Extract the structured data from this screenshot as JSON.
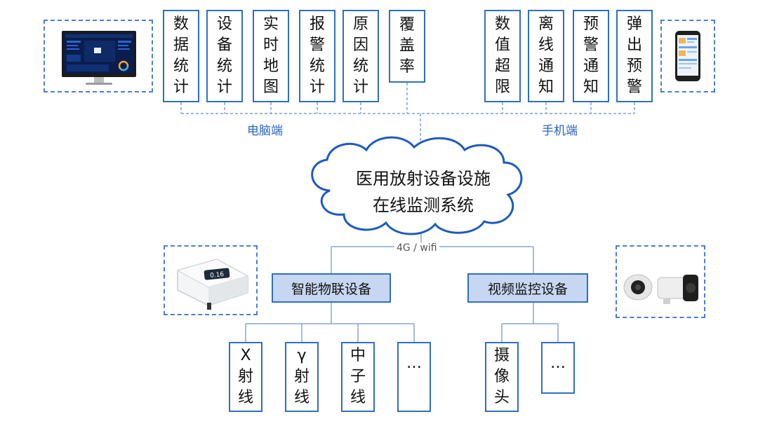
{
  "pc_features": [
    [
      "数",
      "据",
      "统",
      "计"
    ],
    [
      "设",
      "备",
      "统",
      "计"
    ],
    [
      "实",
      "时",
      "地",
      "图"
    ],
    [
      "报",
      "警",
      "统",
      "计"
    ],
    [
      "原",
      "因",
      "统",
      "计"
    ],
    [
      "覆",
      "盖",
      "率"
    ]
  ],
  "mobile_features": [
    [
      "数",
      "值",
      "超",
      "限"
    ],
    [
      "离",
      "线",
      "通",
      "知"
    ],
    [
      "预",
      "警",
      "通",
      "知"
    ],
    [
      "弹",
      "出",
      "预",
      "警"
    ]
  ],
  "pc_label": "电脑端",
  "mobile_label": "手机端",
  "center_title": [
    "医用放射设备设施",
    "在线监测系统"
  ],
  "link_label": "4G / wifi",
  "iot_device_label": "智能物联设备",
  "video_device_label": "视频监控设备",
  "iot_children": [
    [
      "X",
      "射",
      "线"
    ],
    [
      "γ",
      "射",
      "线"
    ],
    [
      "中",
      "子",
      "线"
    ],
    [
      "…"
    ]
  ],
  "video_children": [
    [
      "摄",
      "像",
      "头"
    ],
    [
      "…"
    ]
  ],
  "device_display_value": "0.16",
  "colors": {
    "accent": "#2f6fc4",
    "box_fill": "#c7d7f1",
    "label": "#2a64c0"
  }
}
